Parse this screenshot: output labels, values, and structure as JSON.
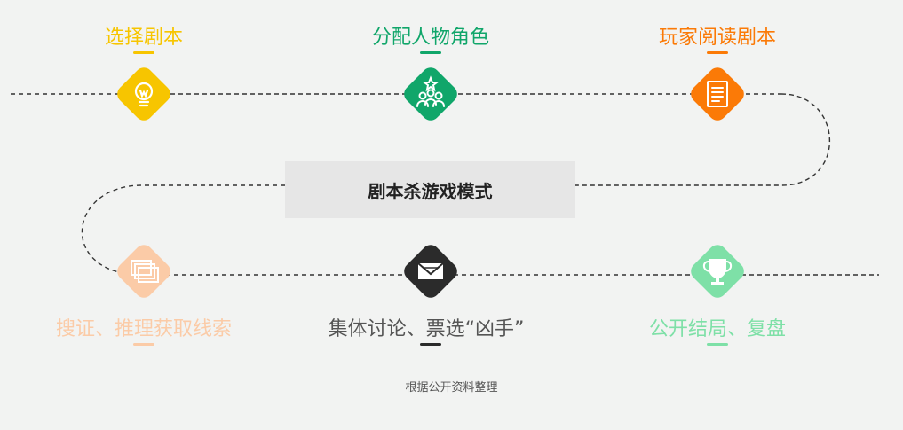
{
  "title": "剧本杀游戏模式",
  "source": "根据公开资料整理",
  "steps": [
    {
      "label": "选择剧本",
      "color": "#f7c500",
      "icon": "lightbulb-icon"
    },
    {
      "label": "分配人物角色",
      "color": "#10a66a",
      "icon": "people-icon"
    },
    {
      "label": "玩家阅读剧本",
      "color": "#fb7a07",
      "icon": "document-icon"
    },
    {
      "label": "搜证、推理获取线索",
      "color": "#fbcba7",
      "icon": "cards-icon"
    },
    {
      "label": "集体讨论、票选“凶手”",
      "color": "#2b2b2b",
      "label_color": "#555555",
      "icon": "envelope-icon"
    },
    {
      "label": "公开结局、复盘",
      "color": "#7ee0a7",
      "icon": "trophy-icon"
    }
  ]
}
